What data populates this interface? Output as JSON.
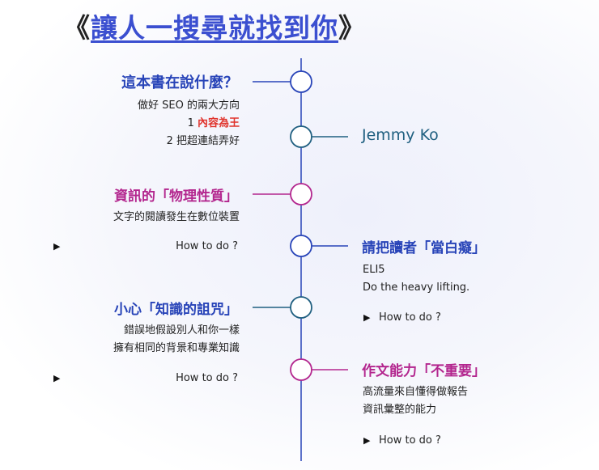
{
  "title": {
    "open_bracket": "《",
    "text": "讓人一搜尋就找到你",
    "close_bracket": "》"
  },
  "author": "Jemmy Ko",
  "sections": {
    "s1": {
      "heading": "這本書在說什麼？",
      "line1": "做好 SEO 的兩大方向",
      "line2_num": "1 ",
      "line2_emph": "內容為王",
      "line3": "2 把超連結弄好"
    },
    "s2": {
      "heading": "資訊的「物理性質」",
      "line1": "文字的閱讀發生在數位裝置",
      "howto": "How to do ?"
    },
    "s3": {
      "heading": "請把讀者「當白癡」",
      "line1": "ELI5",
      "line2": "Do the heavy lifting.",
      "howto": "How to do ?"
    },
    "s4": {
      "heading": "小心「知識的詛咒」",
      "line1": "錯誤地假設別人和你一樣",
      "line2": "擁有相同的背景和專業知識",
      "howto": "How to do ?"
    },
    "s5": {
      "heading": "作文能力「不重要」",
      "line1": "高流量來自懂得做報告",
      "line2": "資訊彙整的能力",
      "howto": "How to do ?"
    }
  },
  "toggle_glyph": "▶",
  "colors": {
    "blue": "#2844b8",
    "magenta": "#b3268e",
    "teal": "#1f5f80",
    "red": "#e0332c"
  }
}
